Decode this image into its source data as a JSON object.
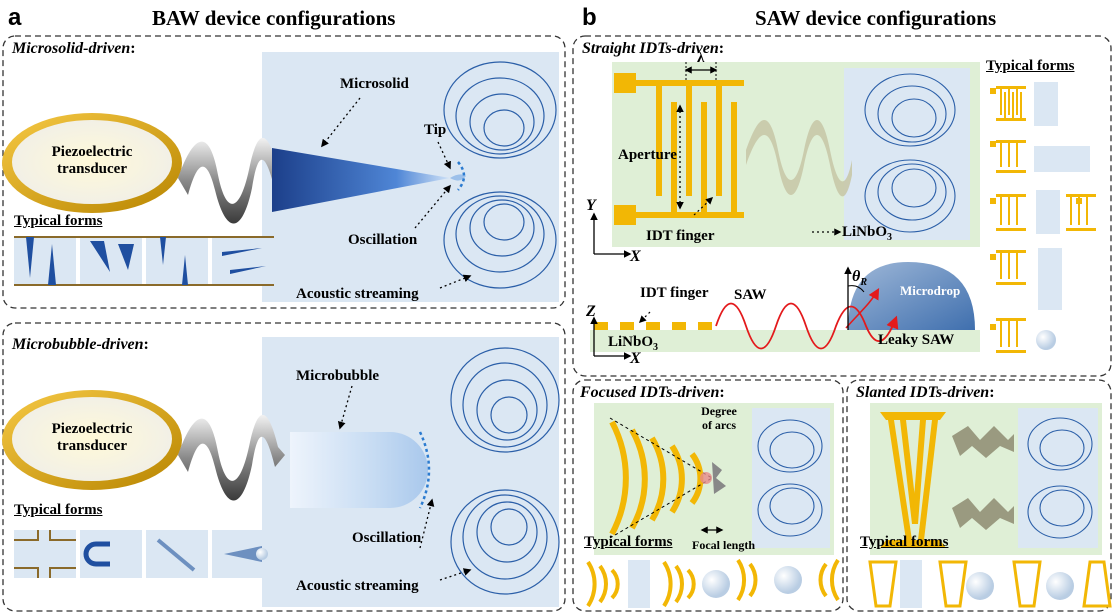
{
  "panel_a": {
    "letter": "a",
    "title": "BAW device configurations",
    "microsolid": {
      "heading": "Microsolid-driven",
      "colon": ":",
      "transducer_line1": "Piezoelectric",
      "transducer_line2": "transducer",
      "microsolid_label": "Microsolid",
      "tip_label": "Tip",
      "oscillation_label": "Oscillation",
      "streaming_label": "Acoustic streaming",
      "typical_forms": "Typical forms"
    },
    "microbubble": {
      "heading": "Microbubble-driven",
      "colon": ":",
      "transducer_line1": "Piezoelectric",
      "transducer_line2": "transducer",
      "microbubble_label": "Microbubble",
      "oscillation_label": "Oscillation",
      "streaming_label": "Acoustic streaming",
      "typical_forms": "Typical forms"
    }
  },
  "panel_b": {
    "letter": "b",
    "title": "SAW device configurations",
    "straight": {
      "heading": "Straight IDTs-driven",
      "colon": ":",
      "lambda": "λ",
      "aperture": "Aperture",
      "idt_finger": "IDT finger",
      "substrate": "LiNbO",
      "substrate_sub": "3",
      "axis_y": "Y",
      "axis_x": "X",
      "axis_z": "Z",
      "idt_finger_side": "IDT finger",
      "saw": "SAW",
      "theta": "θ",
      "theta_sub": "R",
      "microdrop": "Microdrop",
      "leaky_saw": "Leaky SAW",
      "substrate_side": "LiNbO",
      "substrate_side_sub": "3",
      "typical_forms": "Typical forms"
    },
    "focused": {
      "heading": "Focused IDTs-driven",
      "colon": ":",
      "degree_line1": "Degree",
      "degree_line2": "of arcs",
      "focal_length": "Focal length",
      "typical_forms": "Typical forms"
    },
    "slanted": {
      "heading": "Slanted IDTs-driven",
      "colon": ":",
      "typical_forms": "Typical forms"
    }
  },
  "colors": {
    "gold": "#f2b705",
    "light_blue": "#dbe7f3",
    "light_green": "#dfefd6",
    "streamline": "#2b5fa8",
    "tip_blue": "#1f4fa0",
    "wave_red": "#e31a1c"
  }
}
